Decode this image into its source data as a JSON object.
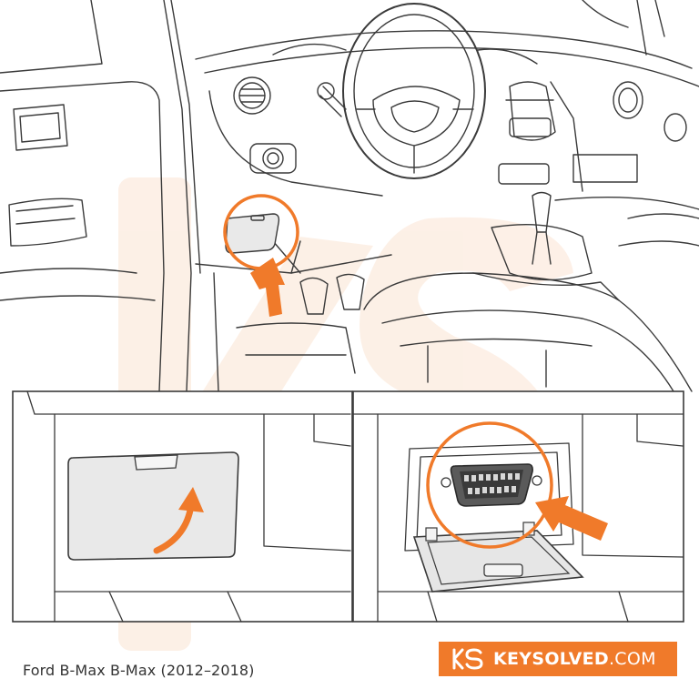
{
  "caption": "Ford B-Max B-Max (2012–2018)",
  "brand": {
    "name": "KEYSOLVED",
    "tld": ".COM",
    "color": "#f07a2a"
  },
  "icons": {
    "logo": "ks-logo-icon",
    "arrows": "orange-arrow-icon",
    "highlight": "orange-highlight-circle-icon"
  },
  "colors": {
    "line": "#3a3a3a",
    "accent": "#f07a2a",
    "cover_fill": "#e9e9e9",
    "watermark": "#fbe4d3"
  }
}
